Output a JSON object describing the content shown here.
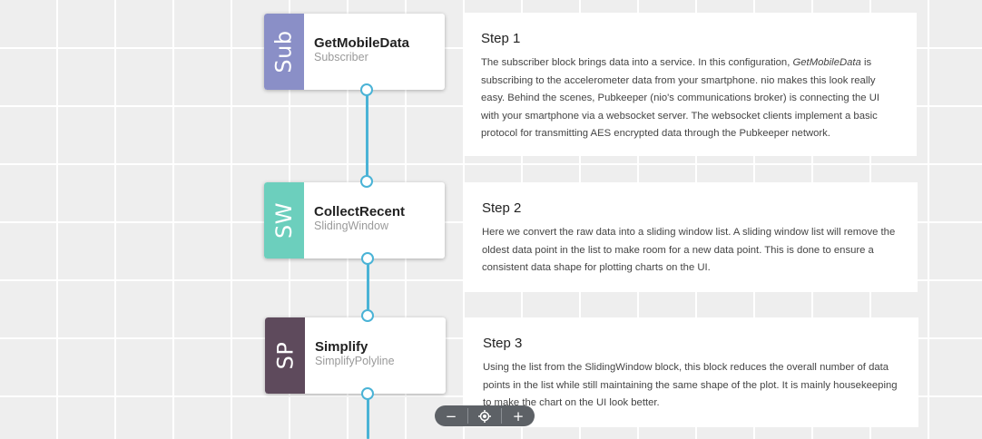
{
  "blocks": [
    {
      "badge": "Sub",
      "name": "GetMobileData",
      "type": "Subscriber",
      "color": "#8a8fc7"
    },
    {
      "badge": "SW",
      "name": "CollectRecent",
      "type": "SlidingWindow",
      "color": "#6ccfbd"
    },
    {
      "badge": "SP",
      "name": "Simplify",
      "type": "SimplifyPolyline",
      "color": "#5e4a5c"
    }
  ],
  "steps": [
    {
      "title": "Step 1",
      "body_before": "The subscriber block brings data into a service. In this configuration, ",
      "body_em": "GetMobileData",
      "body_after": " is subscribing to the accelerometer data from your smartphone. nio makes this look really easy. Behind the scenes, Pubkeeper (nio's communications broker) is connecting the UI with your smartphone via a websocket server. The websocket clients implement a basic protocol for transmitting AES encrypted data through the Pubkeeper network."
    },
    {
      "title": "Step 2",
      "body": "Here we convert the raw data into a sliding window list. A sliding window list will remove the oldest data point in the list to make room for a new data point. This is done to ensure a consistent data shape for plotting charts on the UI."
    },
    {
      "title": "Step 3",
      "body": "Using the list from the SlidingWindow block, this block reduces the overall number of data points in the list while still maintaining the same shape of the plot. It is mainly housekeeping to make the chart on the UI look better."
    }
  ],
  "zoom": {
    "zoom_out_label": "−",
    "zoom_in_label": "+",
    "center_icon": "target-icon"
  },
  "colors": {
    "wire": "#4ab3d6",
    "grid_bg": "#eeeeee",
    "grid_line": "#ffffff",
    "toolbar": "#5d6166"
  }
}
